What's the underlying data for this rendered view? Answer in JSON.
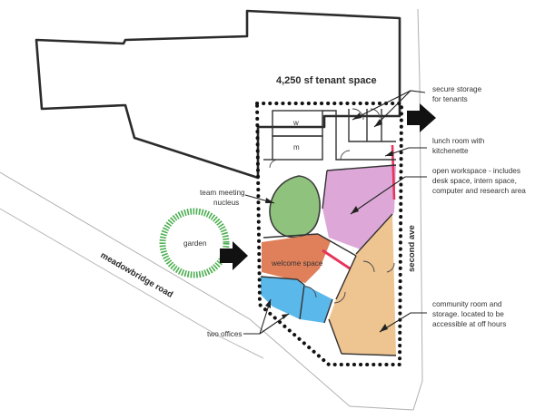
{
  "diagram": {
    "title": "4,250 sf tenant space",
    "roads": {
      "meadowbridge": "meadowbridge road",
      "second_ave": "second ave"
    },
    "labels": {
      "secure_storage_1": "secure storage",
      "secure_storage_2": "for tenants",
      "lunch_1": "lunch room with",
      "lunch_2": "kitchenette",
      "open_1": "open workspace - includes",
      "open_2": "desk space, intern space,",
      "open_3": "computer and research area",
      "team_1": "team meeting",
      "team_2": "nucleus",
      "garden": "garden",
      "welcome": "welcome space",
      "community_1": "community room and",
      "community_2": "storage. located to be",
      "community_3": "accessible at off hours",
      "offices": "two offices",
      "room_w": "w",
      "room_m": "m"
    },
    "colors": {
      "open_workspace": "#dda8d8",
      "team_meeting": "#8fc27c",
      "welcome_space": "#e0805a",
      "offices": "#5bb8ea",
      "community_room": "#eec491",
      "garden": "#4caf50",
      "accent_red": "#e8335a",
      "ink": "#2b2b2b"
    }
  }
}
